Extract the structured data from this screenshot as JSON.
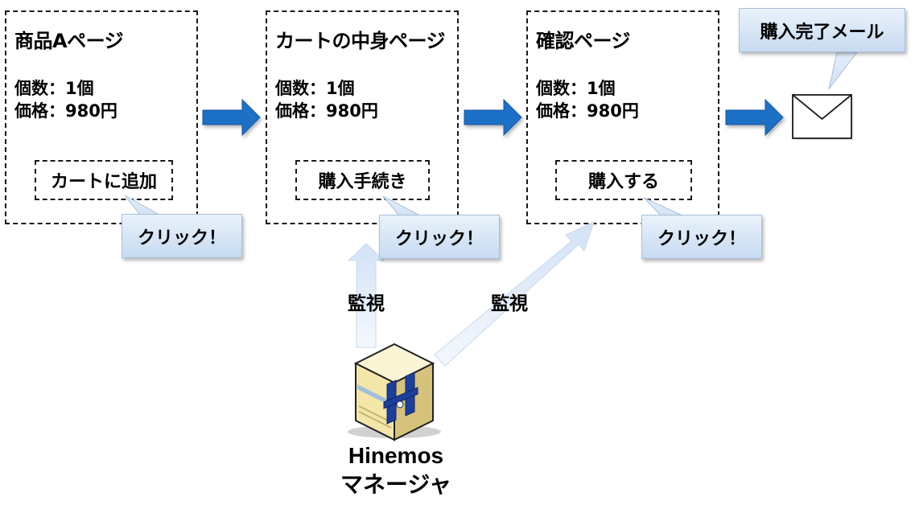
{
  "pages": [
    {
      "title": "商品Aページ",
      "quantity": "個数：1個",
      "price": "価格：980円",
      "button": "カートに追加",
      "callout": "クリック！"
    },
    {
      "title": "カートの中身ページ",
      "quantity": "個数：1個",
      "price": "価格：980円",
      "button": "購入手続き",
      "callout": "クリック！"
    },
    {
      "title": "確認ページ",
      "quantity": "個数：1個",
      "price": "価格：980円",
      "button": "購入する",
      "callout": "クリック！"
    }
  ],
  "mail": {
    "callout": "購入完了メール",
    "icon": "envelope-icon"
  },
  "monitor": {
    "label_1": "監視",
    "label_2": "監視",
    "server_icon": "hinemos-server-icon",
    "name_line1": "Hinemos",
    "name_line2": "マネージャ"
  },
  "colors": {
    "flow_arrow": "#1f6fc5",
    "callout_fill": "#c7dbf1",
    "watch_arrow": "#dce8f7",
    "logo_blue": "#1d3f9c"
  }
}
